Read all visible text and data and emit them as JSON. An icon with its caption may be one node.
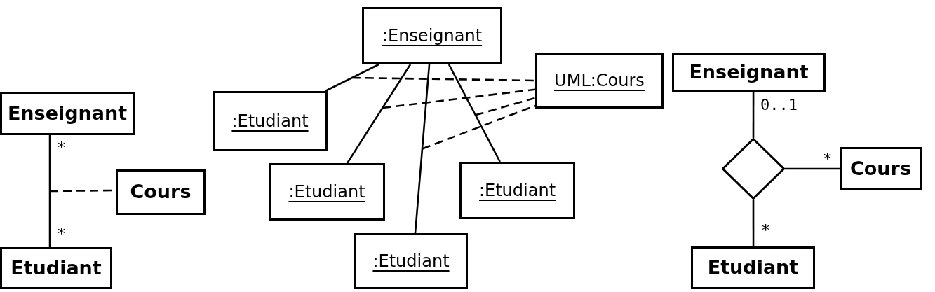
{
  "diagram": {
    "nodes": [
      {
        "text": [
          "Enseignant"
        ]
      },
      {
        "text": [
          "Cours"
        ]
      },
      {
        "text": [
          "Etudiant"
        ]
      },
      {
        "text": [
          ":Enseignant"
        ]
      },
      {
        "text": [
          "UML:Cours"
        ]
      },
      {
        "text": [
          ":Etudiant"
        ]
      },
      {
        "text": [
          ":Etudiant"
        ]
      },
      {
        "text": [
          ":Etudiant"
        ]
      },
      {
        "text": [
          ":Etudiant"
        ]
      },
      {
        "text": [
          "Enseignant"
        ]
      },
      {
        "text": [],
        "shape": "diamond"
      },
      {
        "text": [
          "Cours"
        ]
      },
      {
        "text": [
          "Etudiant"
        ]
      }
    ],
    "edges": [
      {
        "from": 0,
        "to": 2,
        "arrow": "none"
      },
      {
        "from": null,
        "to": 1,
        "arrow": "none",
        "style": "dashed"
      },
      {
        "from": 3,
        "to": 5,
        "arrow": "none"
      },
      {
        "from": 3,
        "to": 6,
        "arrow": "none"
      },
      {
        "from": 3,
        "to": 7,
        "arrow": "none"
      },
      {
        "from": 3,
        "to": 8,
        "arrow": "none"
      },
      {
        "from": null,
        "to": 4,
        "arrow": "none",
        "style": "dashed"
      },
      {
        "from": null,
        "to": 4,
        "arrow": "none",
        "style": "dashed"
      },
      {
        "from": null,
        "to": 4,
        "arrow": "none",
        "style": "dashed"
      },
      {
        "from": null,
        "to": 4,
        "arrow": "none",
        "style": "dashed"
      },
      {
        "from": 9,
        "to": 10,
        "arrow": "none"
      },
      {
        "from": 10,
        "to": 11,
        "arrow": "none"
      },
      {
        "from": 10,
        "to": 12,
        "arrow": "none"
      }
    ],
    "labels": [
      "*",
      "*",
      "0..1",
      "*",
      "*"
    ]
  }
}
